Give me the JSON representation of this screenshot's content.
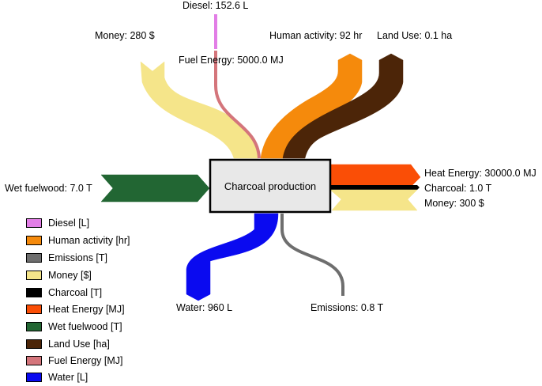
{
  "process": {
    "label": "Charcoal production"
  },
  "flows": {
    "diesel": {
      "label": "Diesel: 152.6 L",
      "color": "#e27ee6"
    },
    "money_in": {
      "label": "Money: 280 $",
      "color": "#f5e58a"
    },
    "fuel_energy": {
      "label": "Fuel Energy: 5000.0 MJ",
      "color": "#d4757b"
    },
    "human_activity": {
      "label": "Human activity: 92 hr",
      "color": "#f58a0c"
    },
    "land_use": {
      "label": "Land Use: 0.1 ha",
      "color": "#4c2508"
    },
    "wet_fuelwood": {
      "label": "Wet fuelwood: 7.0 T",
      "color": "#226633"
    },
    "heat_energy": {
      "label": "Heat Energy: 30000.0 MJ",
      "color": "#fa4e06"
    },
    "charcoal": {
      "label": "Charcoal: 1.0 T",
      "color": "#000000"
    },
    "money_out": {
      "label": "Money: 300 $",
      "color": "#f5e58a"
    },
    "water": {
      "label": "Water: 960 L",
      "color": "#0a0af0"
    },
    "emissions": {
      "label": "Emissions: 0.8 T",
      "color": "#6e6e6e"
    }
  },
  "legend": [
    {
      "label": "Diesel [L]",
      "color": "#e27ee6"
    },
    {
      "label": "Human activity [hr]",
      "color": "#f58a0c"
    },
    {
      "label": "Emissions [T]",
      "color": "#6e6e6e"
    },
    {
      "label": "Money [$]",
      "color": "#f5e58a"
    },
    {
      "label": "Charcoal [T]",
      "color": "#000000"
    },
    {
      "label": "Heat Energy [MJ]",
      "color": "#fa4e06"
    },
    {
      "label": "Wet fuelwood [T]",
      "color": "#226633"
    },
    {
      "label": "Land Use [ha]",
      "color": "#4c2508"
    },
    {
      "label": "Fuel Energy [MJ]",
      "color": "#d4757b"
    },
    {
      "label": "Water [L]",
      "color": "#0a0af0"
    }
  ]
}
